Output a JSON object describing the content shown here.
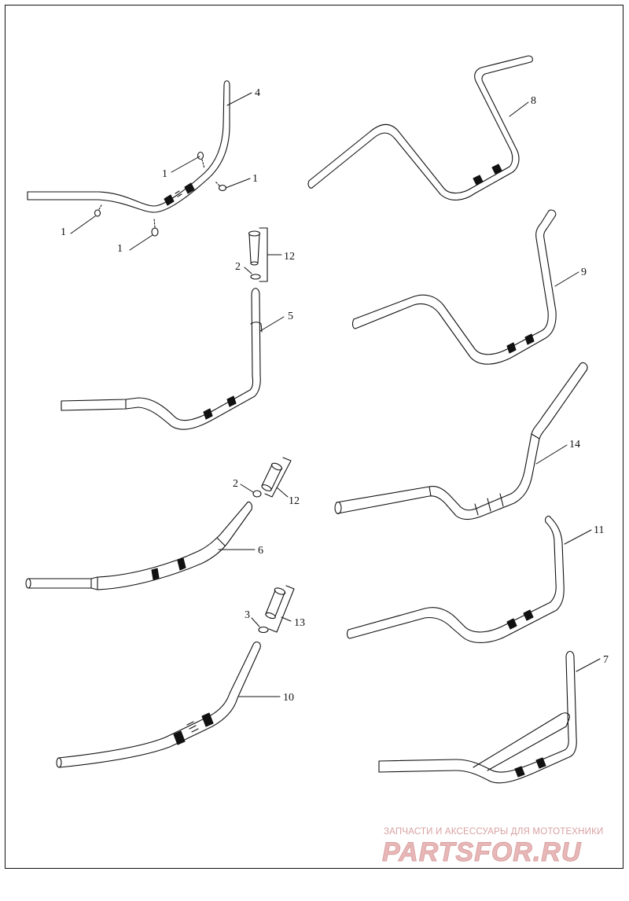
{
  "diagram": {
    "callouts": {
      "c4": "4",
      "c8": "8",
      "c1a": "1",
      "c1b": "1",
      "c1c": "1",
      "c1d": "1",
      "c12a": "12",
      "c2a": "2",
      "c5": "5",
      "c9": "9",
      "c14": "14",
      "c2b": "2",
      "c12b": "12",
      "c6": "6",
      "c11": "11",
      "c3": "3",
      "c13": "13",
      "c10": "10",
      "c7": "7"
    }
  },
  "watermark": {
    "tagline": "ЗАПЧАСТИ И АКСЕССУАРЫ ДЛЯ МОТОТЕХНИКИ",
    "logo_text": "PARTSFOR.RU"
  },
  "colors": {
    "line": "#111111",
    "watermark": "#d9a0a0",
    "logo_fill": "#e8b8b8"
  }
}
